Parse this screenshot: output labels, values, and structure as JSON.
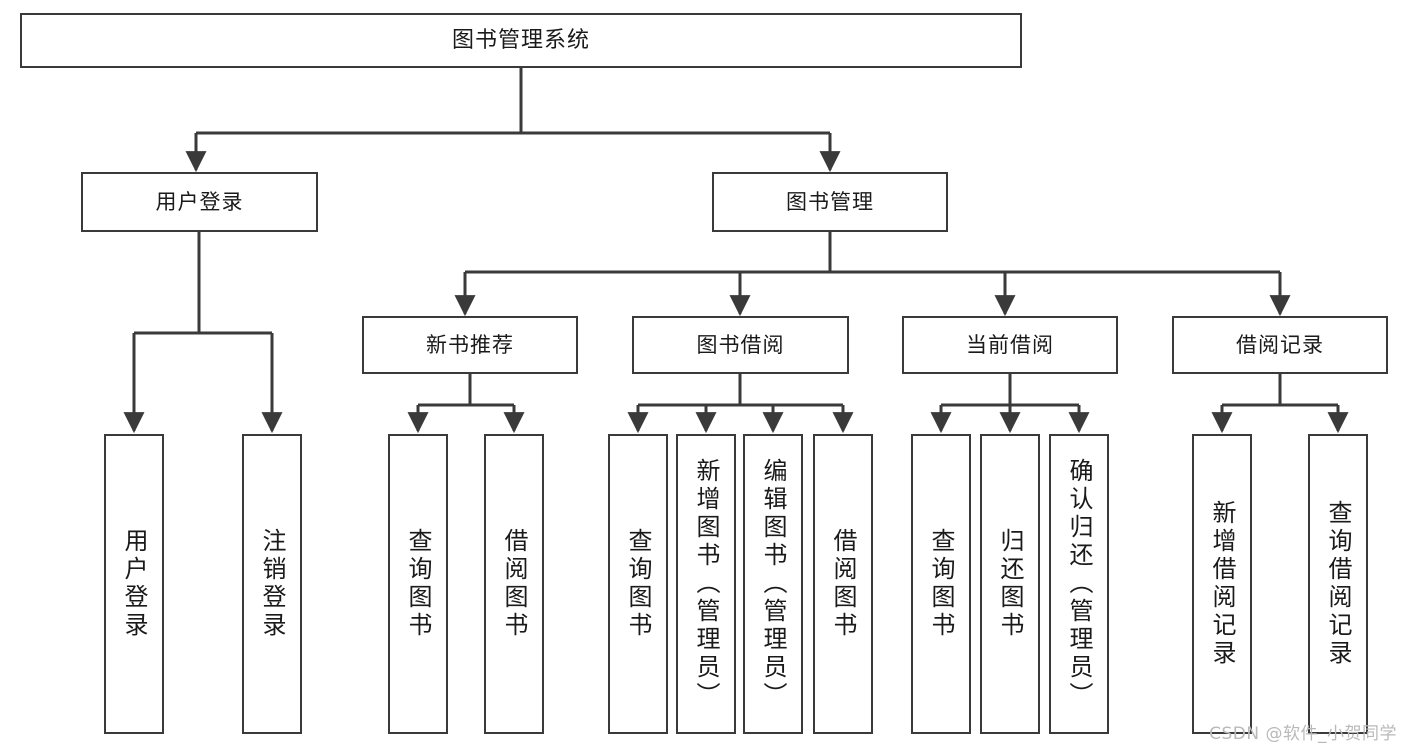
{
  "diagram": {
    "title": "图书管理系统",
    "type": "hierarchy-tree",
    "root": {
      "label": "图书管理系统"
    },
    "level2": [
      {
        "label": "用户登录"
      },
      {
        "label": "图书管理"
      }
    ],
    "level3": [
      {
        "label": "新书推荐"
      },
      {
        "label": "图书借阅"
      },
      {
        "label": "当前借阅"
      },
      {
        "label": "借阅记录"
      }
    ],
    "leaves": {
      "user_login": [
        {
          "label": "用户登录"
        },
        {
          "label": "注销登录"
        }
      ],
      "new_book_recommend": [
        {
          "label": "查询图书"
        },
        {
          "label": "借阅图书"
        }
      ],
      "book_borrow": [
        {
          "label": "查询图书"
        },
        {
          "label": "新增图书（管理员）"
        },
        {
          "label": "编辑图书（管理员）"
        },
        {
          "label": "借阅图书"
        }
      ],
      "current_borrow": [
        {
          "label": "查询图书"
        },
        {
          "label": "归还图书"
        },
        {
          "label": "确认归还（管理员）"
        }
      ],
      "borrow_record": [
        {
          "label": "新增借阅记录"
        },
        {
          "label": "查询借阅记录"
        }
      ]
    }
  },
  "watermark": {
    "text": "CSDN @软件_小贺同学"
  },
  "colors": {
    "box_border": "#3a3a3a",
    "line": "#3a3a3a",
    "background": "#ffffff",
    "text": "#1a1a1a",
    "watermark": "#b9b9b9"
  }
}
